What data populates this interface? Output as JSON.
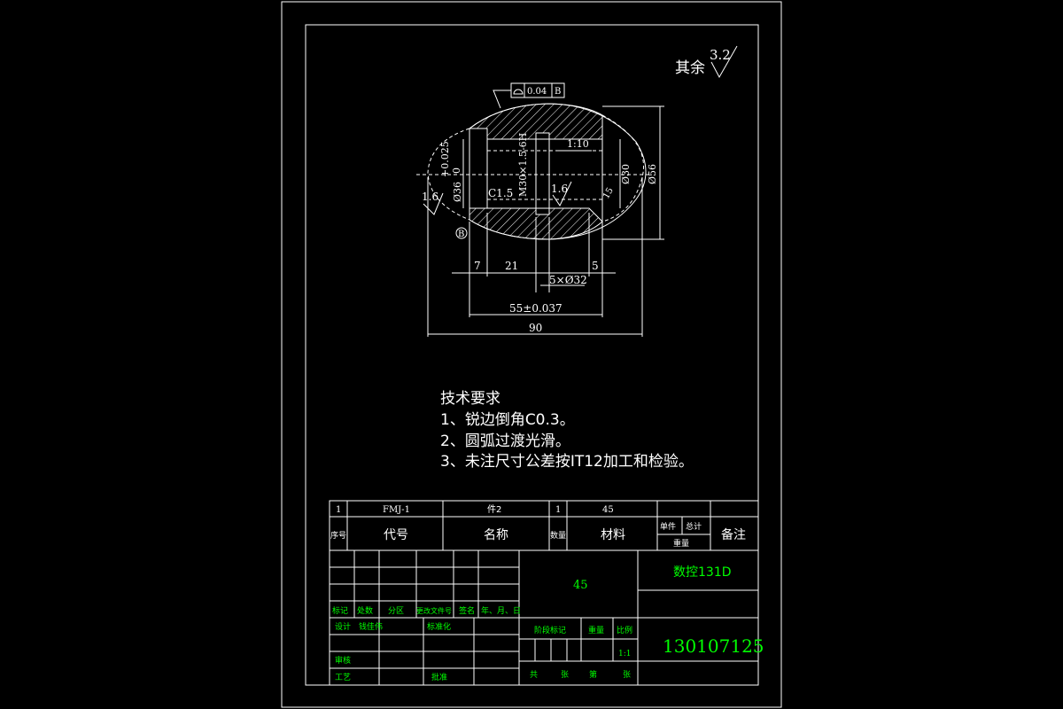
{
  "drawing": {
    "roughness_note": "其余",
    "roughness_value": "3.2",
    "tolerance_frame": {
      "value": "0.04",
      "datum": "B"
    },
    "datum_label": "B",
    "dimensions": {
      "bore_tol": "+0.025",
      "bore_tol_low": "0",
      "bore_dia": "Ø36",
      "roughness_left": "1.6",
      "thread": "M30×1.5-6H",
      "chamfer": "C1.5",
      "taper": "1:10",
      "roughness_mid": "1.6",
      "d30": "Ø30",
      "d56": "Ø56",
      "r15": "15",
      "len_7": "7",
      "len_21": "21",
      "len_5": "5",
      "groove": "5×Ø32",
      "len_55": "55±0.037",
      "len_90": "90"
    },
    "tech_requirements": {
      "title": "技术要求",
      "items": [
        "1、锐边倒角C0.3。",
        "2、圆弧过渡光滑。",
        "3、未注尺寸公差按IT12加工和检验。"
      ]
    }
  },
  "title_block": {
    "row1": {
      "seq": "1",
      "code": "FMJ-1",
      "name": "件2",
      "qty": "1",
      "material": "45"
    },
    "headers": {
      "seq": "序号",
      "code": "代号",
      "name": "名称",
      "qty": "数量",
      "material": "材料",
      "single": "单件",
      "total": "总计",
      "weight": "重量",
      "remark": "备注"
    },
    "material": "45",
    "title": "数控131D",
    "drawing_no": "130107125",
    "labels": {
      "mark": "标记",
      "count": "处数",
      "zone": "分区",
      "change_doc": "更改文件号",
      "sign": "签名",
      "date": "年、月、日",
      "design": "设计",
      "designer": "钱佳伟",
      "standardize": "标准化",
      "stage": "阶段标记",
      "weight": "重量",
      "scale": "比例",
      "scale_value": "1:1",
      "review": "审核",
      "process": "工艺",
      "approve": "批准",
      "total_sheets": "共",
      "sheet": "张",
      "nth": "第",
      "sheet2": "张"
    }
  }
}
